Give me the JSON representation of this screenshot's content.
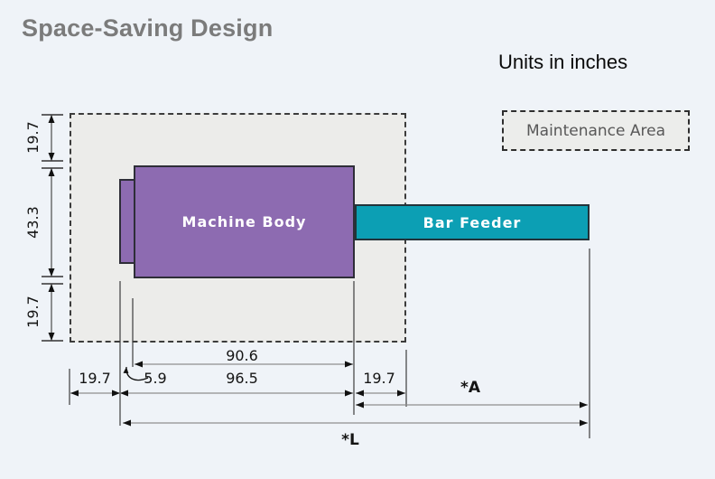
{
  "title": "Space-Saving Design",
  "units_note": "Units in inches",
  "legend": {
    "label": "Maintenance Area"
  },
  "shapes": {
    "machine_body": "Machine Body",
    "bar_feeder": "Bar Feeder"
  },
  "dims": {
    "top_clearance": "19.7",
    "body_height": "43.3",
    "bottom_clearance": "19.7",
    "body_width": "90.6",
    "left_clearance": "19.7",
    "spindle_offset": "5.9",
    "overall_body_width": "96.5",
    "right_clearance": "19.7",
    "bar_feeder_span": "*A",
    "overall_length": "*L"
  },
  "colors": {
    "background": "#eff3f8",
    "machine_body_fill": "#8d6bb1",
    "bar_feeder_fill": "#0c9fb4",
    "maintenance_fill": "#ececea",
    "title_text": "#7b7b7b",
    "dim_line": "#8f8f8f",
    "outline": "#2e2e38"
  }
}
